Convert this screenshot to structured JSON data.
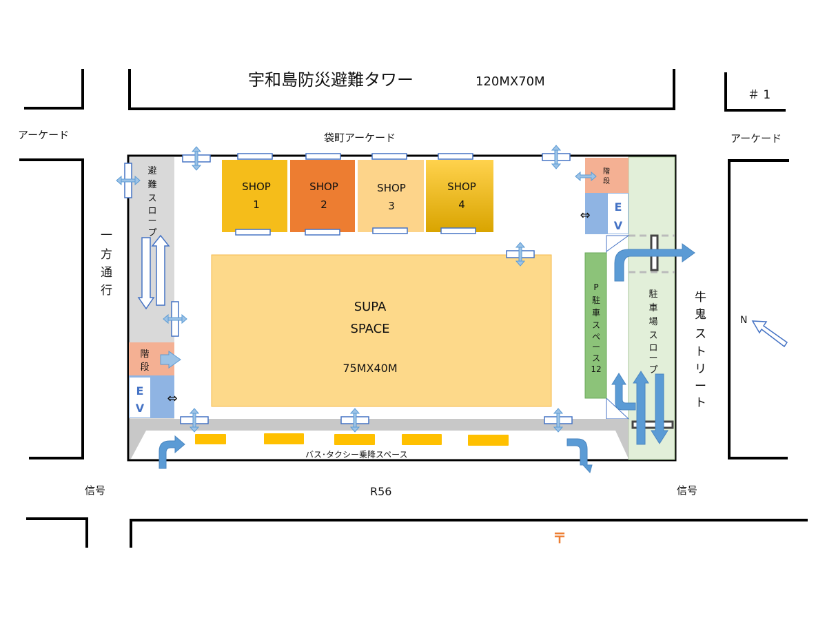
{
  "title": "宇和島防災避難タワー",
  "tower_size": "120MX70M",
  "block_number": "＃ 1",
  "streets": {
    "arcade_left": "アーケード",
    "arcade_right": "アーケード",
    "fukuromachi_arcade": "袋町アーケード",
    "one_way": [
      "一",
      "方",
      "通",
      "行"
    ],
    "ushioni_street": [
      "牛",
      "鬼",
      "ス",
      "ト",
      "リ",
      "ー",
      "ト"
    ],
    "route": "R56",
    "signal_left": "信号",
    "signal_right": "信号"
  },
  "north_label": "N",
  "left_side": {
    "evacuation_slope": [
      "避",
      "難",
      "ス",
      "ロ",
      "ー",
      "プ"
    ],
    "stairs": [
      "階",
      "段"
    ],
    "elevator": [
      "E",
      "V"
    ]
  },
  "right_side": {
    "stairs": [
      "階",
      "段"
    ],
    "elevator": [
      "E",
      "V"
    ],
    "parking_space": [
      "P",
      "駐",
      "車",
      "ス",
      "ペ",
      "ー",
      "ス",
      "12"
    ],
    "parking_slope": [
      "駐",
      "車",
      "場",
      "ス",
      "ロ",
      "ー",
      "プ"
    ]
  },
  "shops": [
    {
      "name": "SHOP",
      "number": "1",
      "color": "#f5bd1a"
    },
    {
      "name": "SHOP",
      "number": "2",
      "color": "#ed7d31"
    },
    {
      "name": "SHOP",
      "number": "3",
      "color": "#fdd48a"
    },
    {
      "name": "SHOP",
      "number": "4",
      "color": "#ffc822"
    }
  ],
  "main_space": {
    "line1": "SUPA",
    "line2": "SPACE",
    "size": "75MX40M"
  },
  "bus_taxi_area": "バス･タクシー乗降スペース",
  "post_office_mark": "〒",
  "colors": {
    "arrow": "#5b9bd5",
    "stairs": "#f4b093",
    "elevator": "#8fb4e3",
    "parking": "#8cc379",
    "slope_green": "#e2efd9",
    "slope_gray": "#d9d9d9"
  }
}
